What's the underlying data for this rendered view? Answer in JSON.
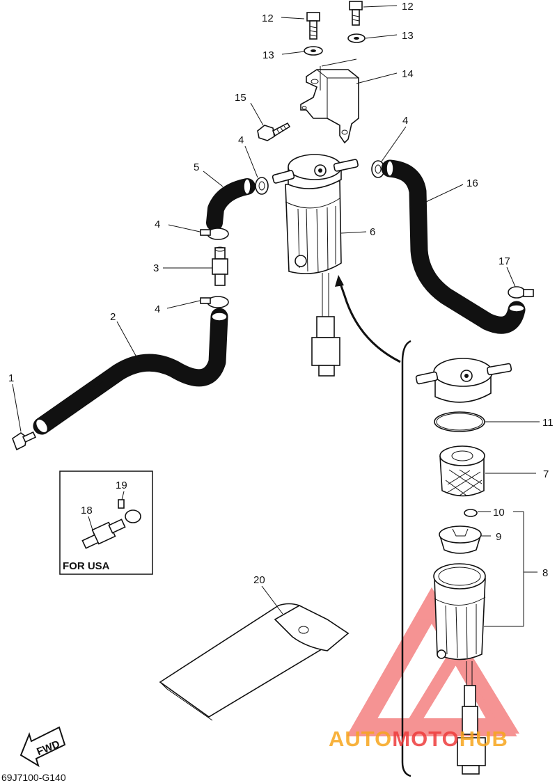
{
  "diagram_code": "69J7100-G140",
  "fwd_label": "FWD",
  "usa_box_label": "FOR USA",
  "watermark": {
    "part1": "AUTO",
    "part2": "MOTO",
    "part3": "HUB",
    "color_orange": "#f7a51c",
    "color_red": "#ee3b3b"
  },
  "callouts": {
    "c1": "1",
    "c2": "2",
    "c3": "3",
    "c4a": "4",
    "c4b": "4",
    "c4c": "4",
    "c4d": "4",
    "c5": "5",
    "c6": "6",
    "c7": "7",
    "c8": "8",
    "c9": "9",
    "c10": "10",
    "c11": "11",
    "c12a": "12",
    "c12b": "12",
    "c13a": "13",
    "c13b": "13",
    "c14": "14",
    "c15": "15",
    "c16": "16",
    "c17": "17",
    "c18": "18",
    "c19": "19",
    "c20": "20"
  }
}
